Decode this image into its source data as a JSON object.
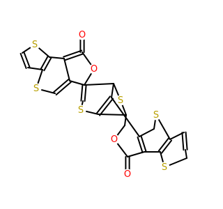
{
  "diagram": {
    "atoms": [
      {
        "id": "O_top_carbonyl",
        "label": "O"
      },
      {
        "id": "O_top_ring",
        "label": "O"
      },
      {
        "id": "S_top_left_thiophene",
        "label": "S"
      },
      {
        "id": "S_top_left_fused",
        "label": "S"
      },
      {
        "id": "S_mid_left",
        "label": "S"
      },
      {
        "id": "S_mid_right",
        "label": "S"
      },
      {
        "id": "S_bottom_right_fused",
        "label": "S"
      },
      {
        "id": "O_bottom_ring",
        "label": "O"
      },
      {
        "id": "O_bottom_carbonyl",
        "label": "O"
      },
      {
        "id": "S_bottom_right_thiophene",
        "label": "S"
      }
    ],
    "colors": {
      "bond": "#000000",
      "oxygen": "#ff0000",
      "sulfur": "#b8a000"
    }
  }
}
